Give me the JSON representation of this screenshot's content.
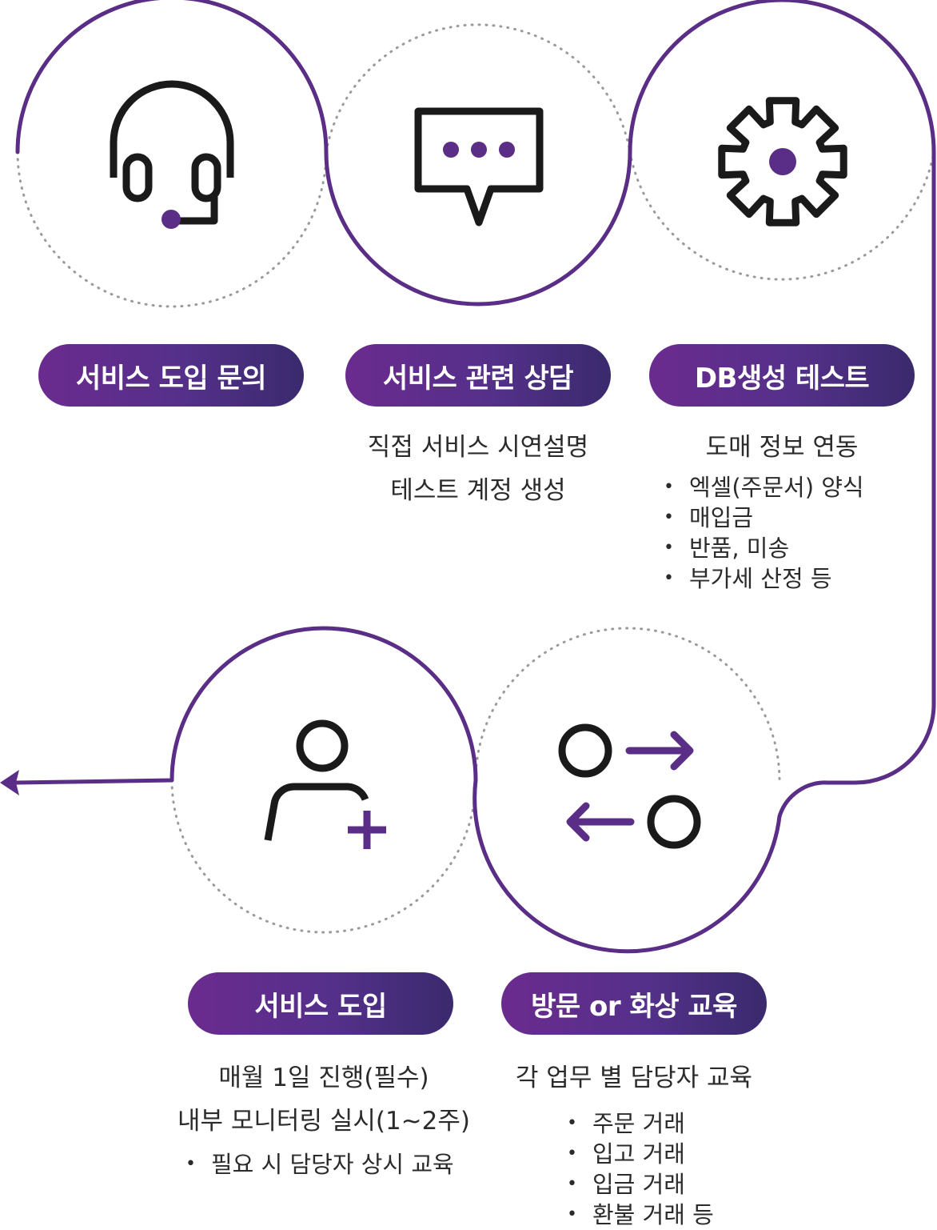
{
  "colors": {
    "accent": "#5a2d86",
    "dark": "#1a1a1a",
    "dotted": "#9a9a9a"
  },
  "steps": [
    {
      "id": "inquiry",
      "icon": "headset-icon",
      "label": "서비스 도입 문의",
      "lines": [],
      "bullets": []
    },
    {
      "id": "consult",
      "icon": "chat-bubble-icon",
      "label": "서비스 관련 상담",
      "lines": [
        "직접 서비스 시연설명",
        "테스트 계정 생성"
      ],
      "bullets": []
    },
    {
      "id": "db-test",
      "icon": "gear-icon",
      "label": "DB생성 테스트",
      "lines": [
        "도매 정보 연동"
      ],
      "bullets": [
        "엑셀(주문서) 양식",
        "매입금",
        "반품, 미송",
        "부가세 산정 등"
      ]
    },
    {
      "id": "training",
      "icon": "exchange-icon",
      "label": "방문 or 화상 교육",
      "lines": [
        "각 업무 별 담당자 교육"
      ],
      "bullets": [
        "주문 거래",
        "입고 거래",
        "입금 거래",
        "환불 거래 등"
      ]
    },
    {
      "id": "adoption",
      "icon": "add-user-icon",
      "label": "서비스 도입",
      "lines": [
        "매월 1일 진행(필수)",
        "내부 모니터링 실시(1~2주)"
      ],
      "bullets": [
        "필요 시 담당자 상시 교육"
      ]
    }
  ]
}
